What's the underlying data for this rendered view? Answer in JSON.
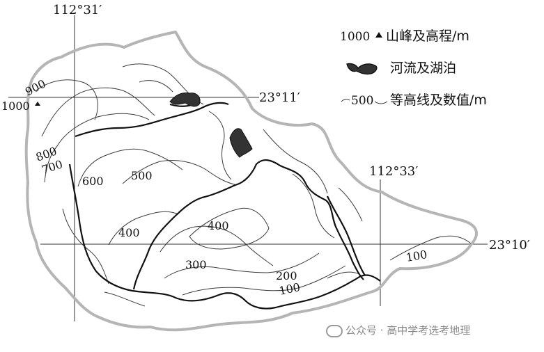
{
  "coordinates": {
    "lon_left": "112°31′",
    "lon_right": "112°33′",
    "lat_top": "23°11′",
    "lat_bottom": "23°10′"
  },
  "peak": {
    "label": "1000"
  },
  "contours": {
    "c900": "900",
    "c800": "800",
    "c700": "700",
    "c600": "600",
    "c500": "500",
    "c400_left": "400",
    "c400_center": "400",
    "c300": "300",
    "c200": "200",
    "c100_bottom": "100",
    "c100_right": "100"
  },
  "legend": {
    "peak_value": "1000",
    "peak_text": "山峰及高程/m",
    "water_text": "河流及湖泊",
    "contour_value": "500",
    "contour_text": "等高线及数值/m"
  },
  "watermark": "公众号 · 高中学考选考地理"
}
